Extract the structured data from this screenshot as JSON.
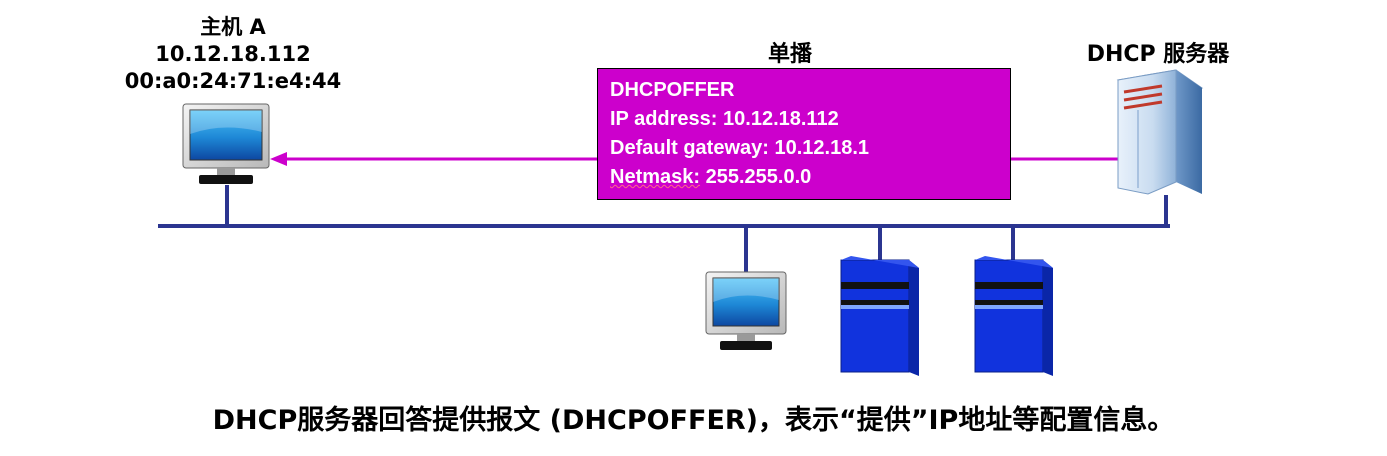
{
  "host_a": {
    "name": "主机 A",
    "ip": "10.12.18.112",
    "mac": "00:a0:24:71:e4:44"
  },
  "unicast_label": "单播",
  "server_label": "DHCP 服务器",
  "offer": {
    "title": "DHCPOFFER",
    "ip_line": "IP address: 10.12.18.112",
    "gateway_line": "Default gateway: 10.12.18.1",
    "netmask_label": "Netmask:",
    "netmask_value": "255.255.0.0"
  },
  "caption": "DHCP服务器回答提供报文 (DHCPOFFER)，表示“提供”IP地址等配置信息。",
  "colors": {
    "message": "#cc00cc",
    "bus": "#2b3590",
    "server_blue": "#1133dd",
    "monitor_screen": "#1a8ad4"
  },
  "icons": [
    "monitor-icon",
    "tower-server-icon",
    "rack-server-icon"
  ]
}
